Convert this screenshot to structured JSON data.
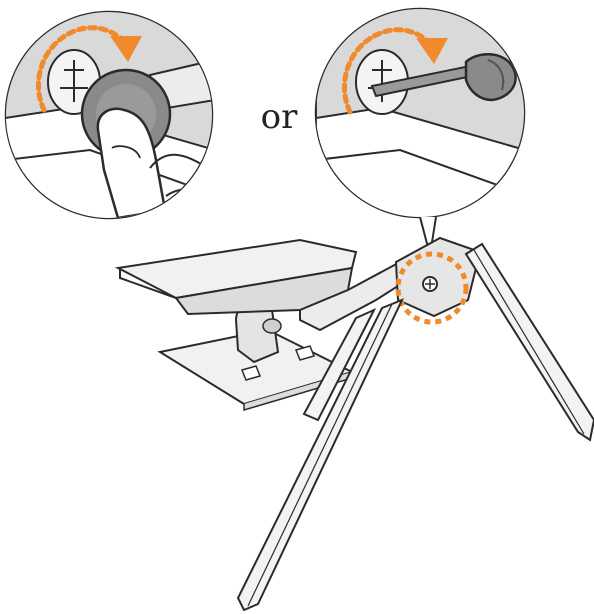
{
  "or_text": "or",
  "colors": {
    "accent": "#F08A2C",
    "stroke": "#2b2b2b",
    "light_fill": "#f1f1f1",
    "mid_fill": "#dcdcdc",
    "dark_fill": "#8a8a8a"
  },
  "steps": [
    {
      "name": "hand-tighten",
      "tool": "coin"
    },
    {
      "name": "screwdriver-tighten",
      "tool": "flat-screwdriver"
    }
  ]
}
